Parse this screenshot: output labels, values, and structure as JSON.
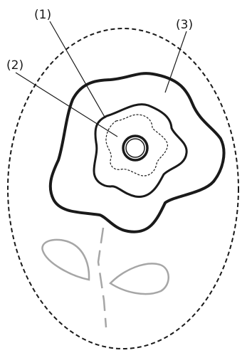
{
  "labels": {
    "label_1": "(1)",
    "label_2": "(2)",
    "label_3": "(3)"
  },
  "colors": {
    "ink": "#1a1a1a",
    "stem_leaves": "#a6a6a6",
    "background": "#ffffff"
  }
}
